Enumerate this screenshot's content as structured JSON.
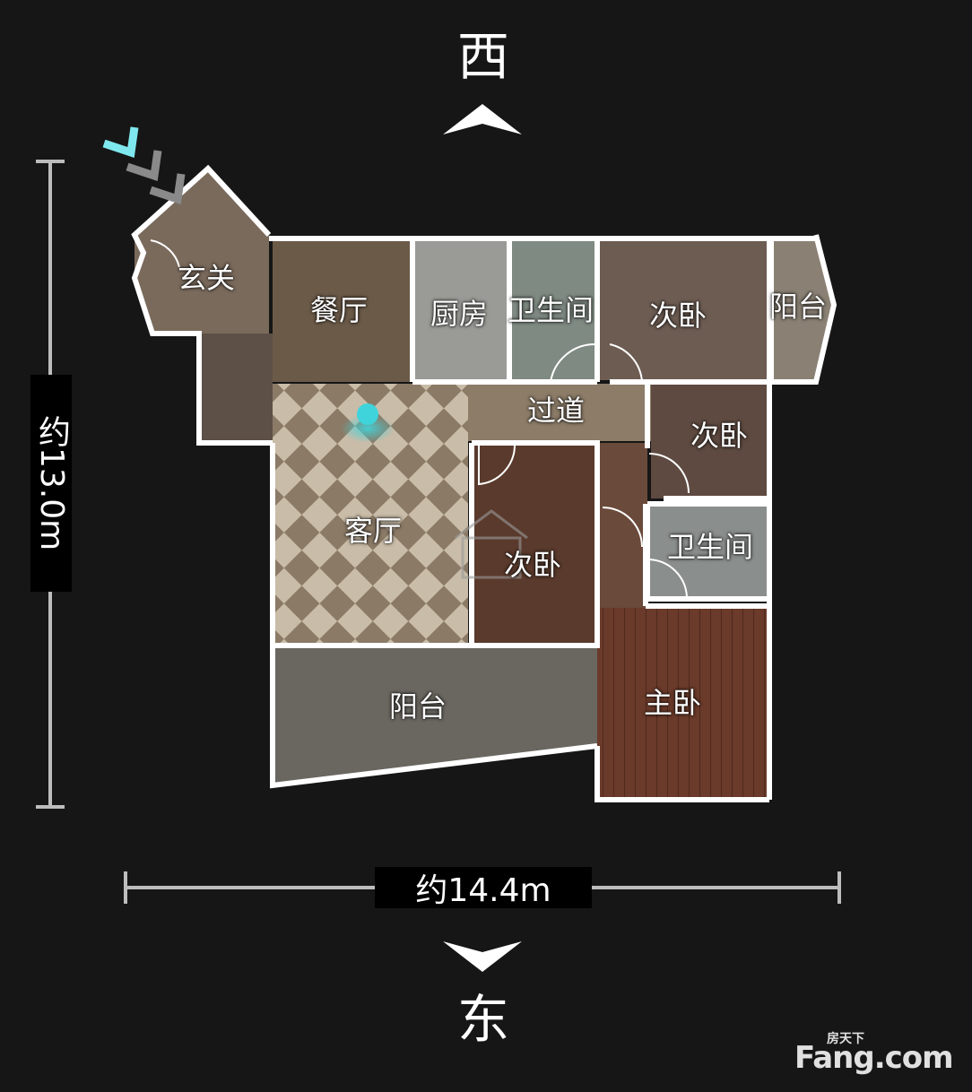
{
  "compass": {
    "top": "西",
    "bottom": "东"
  },
  "dimensions": {
    "vertical": "约13.0m",
    "horizontal": "约14.4m"
  },
  "rooms": {
    "foyer": "玄关",
    "dining": "餐厅",
    "kitchen": "厨房",
    "bath_north": "卫生间",
    "bed_ne": "次卧",
    "balcony_ne": "阳台",
    "corridor": "过道",
    "bed_east_small": "次卧",
    "living": "客厅",
    "bed_center": "次卧",
    "bath_east": "卫生间",
    "balcony_south": "阳台",
    "master": "主卧"
  },
  "watermark": {
    "brand_small": "房天下",
    "brand_main": "Fang.com"
  },
  "colors": {
    "background": "#161616",
    "wall": "#ffffff",
    "marker": "#3fd4dc",
    "entry_arrow_active": "#7fe8ee",
    "entry_arrow_inactive": "#8a8a8a"
  }
}
